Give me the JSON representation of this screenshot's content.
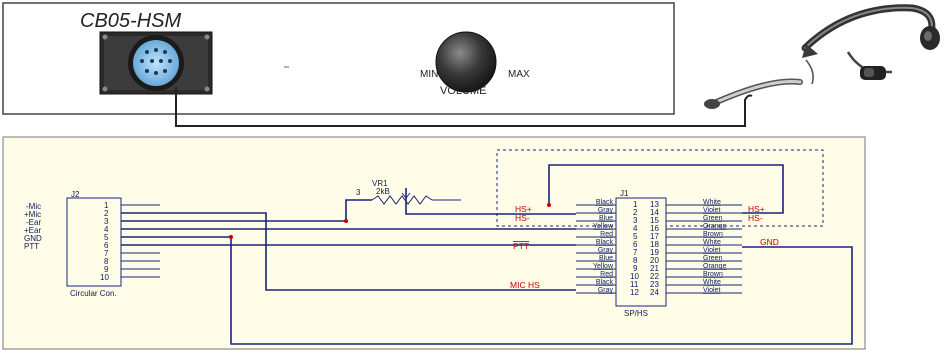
{
  "device": {
    "title": "CB05-HSM",
    "volume_min": "MIN",
    "volume_max": "MAX",
    "volume_label": "VOLUME"
  },
  "schematic": {
    "j2_label": "J2",
    "j2_caption": "Circular Con.",
    "j2_signals": [
      "-Mic",
      "+Mic",
      "-Ear",
      "+Ear",
      "GND",
      "PTT"
    ],
    "j2_pins": [
      "1",
      "2",
      "3",
      "4",
      "5",
      "6",
      "7",
      "8",
      "9",
      "10"
    ],
    "vr1_label": "VR1",
    "vr1_value": "2kB",
    "vr1_pin": "3",
    "j1_label": "J1",
    "j1_caption": "SP/HS",
    "j1_left_pins": [
      "1",
      "2",
      "3",
      "4",
      "5",
      "6",
      "7",
      "8",
      "9",
      "10",
      "11",
      "12"
    ],
    "j1_right_pins": [
      "13",
      "14",
      "15",
      "16",
      "17",
      "18",
      "19",
      "20",
      "21",
      "22",
      "23",
      "24"
    ],
    "j1_left_colors": [
      "Black",
      "Gray",
      "Blue",
      "Yellow",
      "Red",
      "Black",
      "Gray",
      "Blue",
      "Yellow",
      "Red",
      "Black",
      "Gray"
    ],
    "j1_right_colors": [
      "White",
      "Violet",
      "Green",
      "Orange",
      "Brown",
      "White",
      "Violet",
      "Green",
      "Orange",
      "Brown",
      "White",
      "Violet"
    ],
    "signal_hs_plus_left": "HS+",
    "signal_hs_minus_left": "HS-",
    "signal_ptt": "PTT",
    "signal_mic_hs": "MIC HS",
    "signal_hs_plus_right": "HS+",
    "signal_hs_minus_right": "HS-",
    "signal_gnd": "GND"
  },
  "colors": {
    "schematic_bg": "#fffde7",
    "wire": "#1a237e",
    "signal_red": "#c20000",
    "device_border": "#444444"
  }
}
